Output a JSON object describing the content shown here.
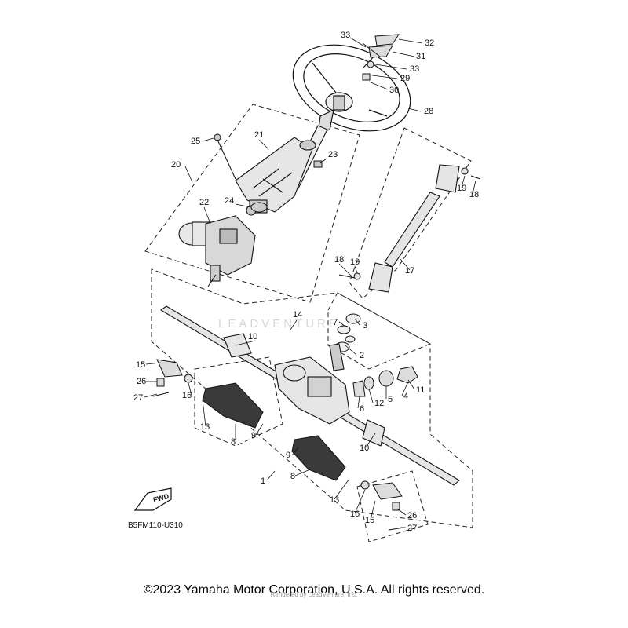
{
  "diagram": {
    "callouts": [
      "1",
      "2",
      "3",
      "4",
      "5",
      "6",
      "7",
      "8",
      "8",
      "9",
      "9",
      "10",
      "10",
      "11",
      "12",
      "13",
      "13",
      "14",
      "15",
      "15",
      "16",
      "16",
      "17",
      "18",
      "18",
      "19",
      "19",
      "20",
      "21",
      "22",
      "23",
      "24",
      "25",
      "26",
      "26",
      "27",
      "27",
      "28",
      "29",
      "30",
      "31",
      "32",
      "33",
      "33"
    ],
    "fwd_label": "FWD",
    "diagram_code": "B5FM110-U310",
    "watermark_text": "LEADVENTURE",
    "copyright": "©2023 Yamaha Motor Corporation, U.S.A. All rights reserved.",
    "rendered_by": "Rendered by LeadVenture, Inc."
  }
}
